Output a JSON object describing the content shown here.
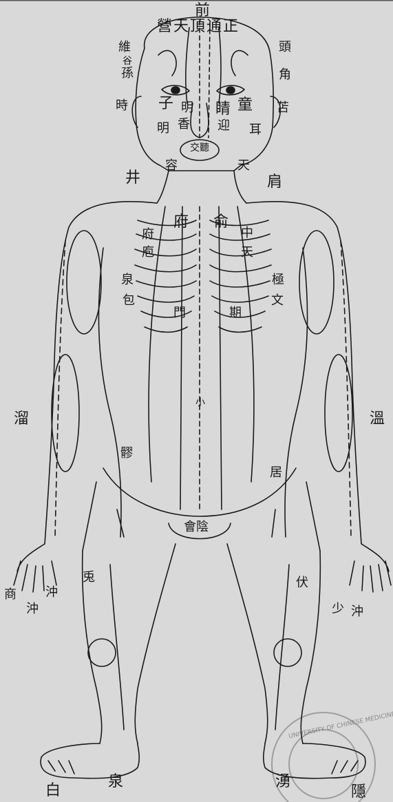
{
  "labels": {
    "top_qian": "前",
    "top_row": "營天頂通正",
    "wei": "維",
    "gu": "谷",
    "sun": "孫",
    "right_top": "頭",
    "right_mid": "角",
    "right_bot": "苫",
    "shi": "時",
    "zi": "子",
    "ming1": "明",
    "ming2": "明",
    "xiang": "香",
    "jing": "睛",
    "tong": "童",
    "ying_face": "迎",
    "er": "耳",
    "jiao_ting": "交聽",
    "rong": "容",
    "tian_neck": "天",
    "jing_well": "井",
    "jian": "肩",
    "fu1": "府",
    "yu": "俞",
    "fu2": "府",
    "hu": "庖",
    "zhong": "中",
    "tian_chest": "天",
    "quan": "泉",
    "bao": "包",
    "ji": "極",
    "wen": "文",
    "men": "門",
    "qi": "期",
    "xiao": "小",
    "liu": "溜",
    "wen2": "溫",
    "liao": "髎",
    "ju": "居",
    "hui_yin": "會陰",
    "shang": "商",
    "chong1": "沖",
    "chong2": "沖",
    "shao": "少",
    "chong3": "沖",
    "tu": "兎",
    "fu3": "伏",
    "bai": "白",
    "quan_foot": "泉",
    "yong": "湧",
    "yin_foot": "隱",
    "seal_text": "UNIVERSITY OF CHINESE MEDICINE"
  },
  "colors": {
    "paper": "#d9d9d9",
    "ink": "#1a1a1a"
  }
}
